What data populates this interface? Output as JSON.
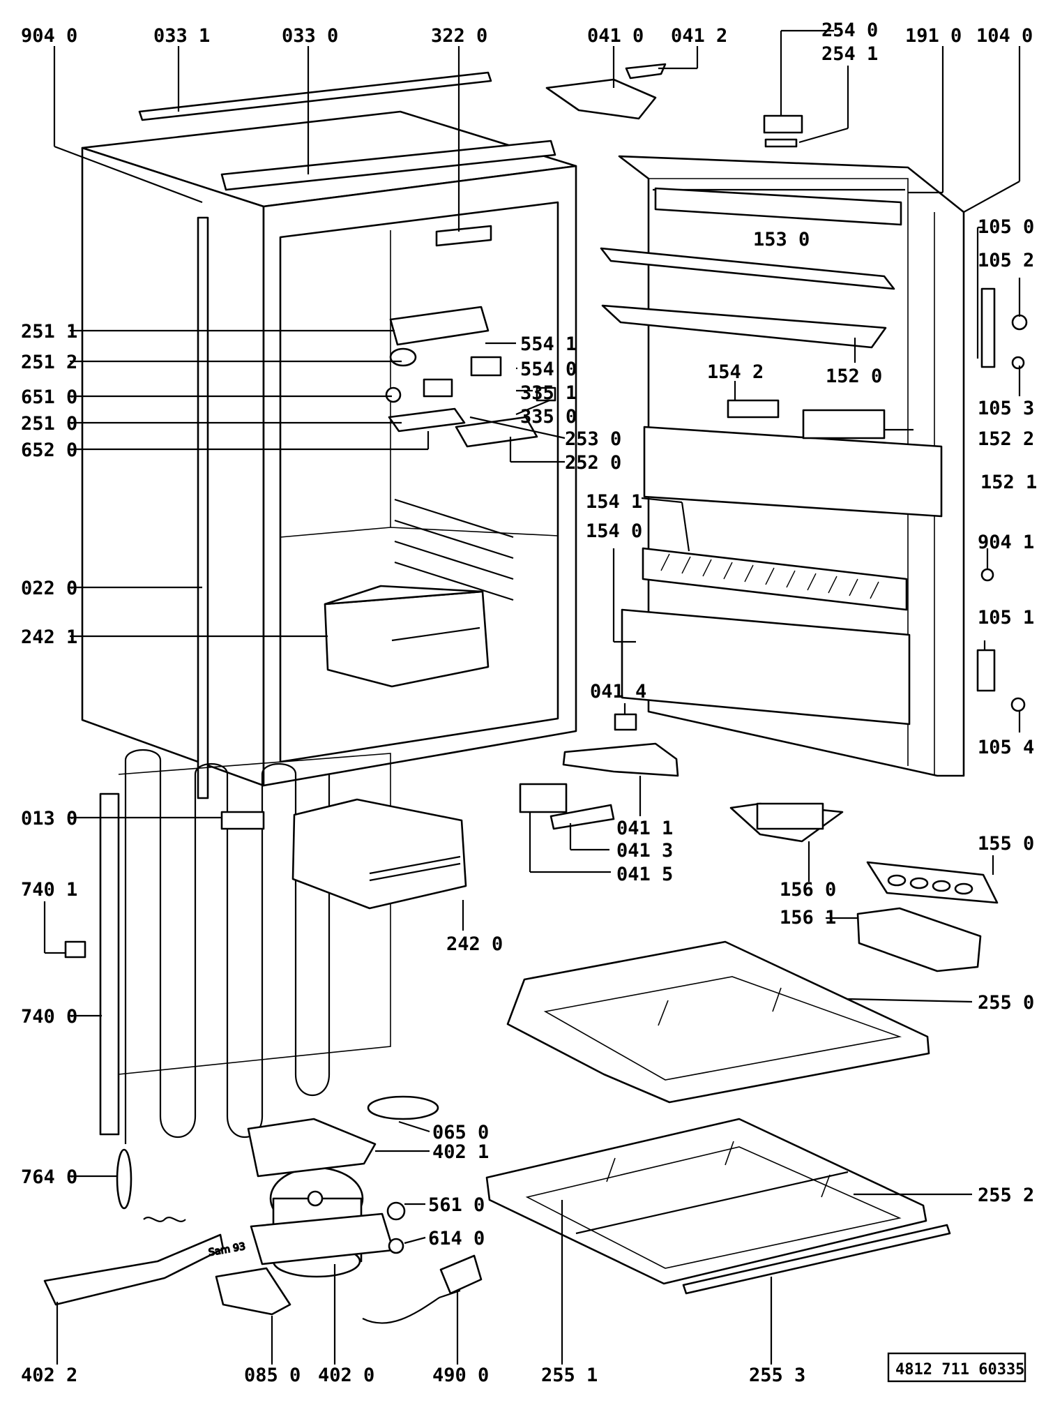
{
  "labels": {
    "l_904_0_top": "904 0",
    "l_033_1": "033 1",
    "l_033_0": "033 0",
    "l_322_0": "322 0",
    "l_041_0": "041 0",
    "l_041_2": "041 2",
    "l_254_0": "254 0",
    "l_254_1": "254 1",
    "l_191_0": "191 0",
    "l_104_0": "104 0",
    "l_105_0": "105 0",
    "l_105_2": "105 2",
    "l_153_0": "153 0",
    "l_152_0": "152 0",
    "l_105_3": "105 3",
    "l_154_2": "154 2",
    "l_152_2": "152 2",
    "l_152_1": "152 1",
    "l_154_1": "154 1",
    "l_154_0": "154 0",
    "l_904_1": "904 1",
    "l_105_1": "105 1",
    "l_105_4": "105 4",
    "l_041_4": "041 4",
    "l_041_1": "041 1",
    "l_041_3": "041 3",
    "l_041_5": "041 5",
    "l_156_0": "156 0",
    "l_155_0": "155 0",
    "l_156_1": "156 1",
    "l_255_0": "255 0",
    "l_255_2": "255 2",
    "l_255_1": "255 1",
    "l_255_3": "255 3",
    "l_251_1": "251 1",
    "l_251_2": "251 2",
    "l_651_0": "651 0",
    "l_251_0": "251 0",
    "l_652_0": "652 0",
    "l_554_1": "554 1",
    "l_554_0": "554 0",
    "l_335_1": "335 1",
    "l_335_0": "335 0",
    "l_253_0": "253 0",
    "l_252_0": "252 0",
    "l_022_0": "022 0",
    "l_242_1": "242 1",
    "l_013_0": "013 0",
    "l_740_1": "740 1",
    "l_740_0": "740 0",
    "l_242_0": "242 0",
    "l_065_0": "065 0",
    "l_402_1": "402 1",
    "l_764_0": "764 0",
    "l_561_0": "561 0",
    "l_614_0": "614 0",
    "l_402_2": "402 2",
    "l_085_0": "085 0",
    "l_402_0": "402 0",
    "l_490_0": "490 0"
  },
  "reference_number": "4812 711 60335",
  "stamp_text": "Sam 93"
}
